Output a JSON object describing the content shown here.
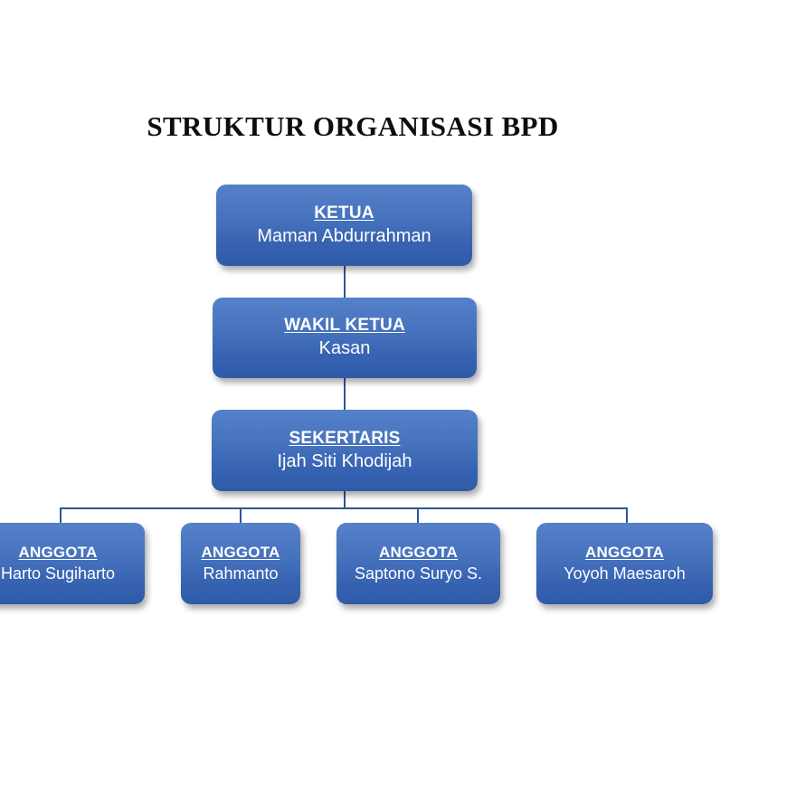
{
  "title": "STRUKTUR ORGANISASI BPD",
  "colors": {
    "box_gradient_top": "#5581ca",
    "box_gradient_bottom": "#2f5aa8",
    "connector": "#2f5597",
    "title_text": "#0d0d0d",
    "box_text": "#ffffff",
    "background": "#ffffff"
  },
  "chart_data": {
    "type": "diagram",
    "title": "STRUKTUR ORGANISASI BPD",
    "nodes": [
      {
        "id": "ketua",
        "role": "KETUA",
        "person": "Maman Abdurrahman",
        "level": 1
      },
      {
        "id": "wakil",
        "role": "WAKIL KETUA",
        "person": "Kasan",
        "level": 2
      },
      {
        "id": "sekertaris",
        "role": "SEKERTARIS",
        "person": "Ijah Siti Khodijah",
        "level": 3
      },
      {
        "id": "anggota-0",
        "role": "ANGGOTA",
        "person": "Harto Sugiharto",
        "level": 4
      },
      {
        "id": "anggota-1",
        "role": "ANGGOTA",
        "person": "Rahmanto",
        "level": 4
      },
      {
        "id": "anggota-2",
        "role": "ANGGOTA",
        "person": "Saptono Suryo S.",
        "level": 4
      },
      {
        "id": "anggota-3",
        "role": "ANGGOTA",
        "person": "Yoyoh Maesaroh",
        "level": 4
      }
    ],
    "edges": [
      {
        "from": "ketua",
        "to": "wakil"
      },
      {
        "from": "wakil",
        "to": "sekertaris"
      },
      {
        "from": "sekertaris",
        "to": "anggota-0"
      },
      {
        "from": "sekertaris",
        "to": "anggota-1"
      },
      {
        "from": "sekertaris",
        "to": "anggota-2"
      },
      {
        "from": "sekertaris",
        "to": "anggota-3"
      }
    ]
  },
  "hierarchy": {
    "ketua": {
      "role": "KETUA",
      "person": "Maman Abdurrahman"
    },
    "wakil": {
      "role": "WAKIL KETUA",
      "person": "Kasan"
    },
    "sekertaris": {
      "role": "SEKERTARIS",
      "person": "Ijah Siti Khodijah"
    },
    "anggota": [
      {
        "role": "ANGGOTA",
        "person": "Harto Sugiharto"
      },
      {
        "role": "ANGGOTA",
        "person": "Rahmanto"
      },
      {
        "role": "ANGGOTA",
        "person": "Saptono Suryo S."
      },
      {
        "role": "ANGGOTA",
        "person": "Yoyoh Maesaroh"
      }
    ]
  }
}
